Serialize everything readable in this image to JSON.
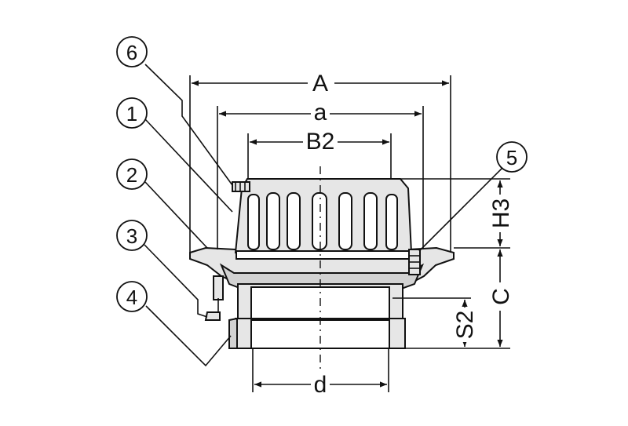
{
  "dimensions": {
    "A": "A",
    "a": "a",
    "B2": "B2",
    "H3": "H3",
    "C": "C",
    "S2": "S2",
    "d": "d"
  },
  "callouts": [
    "6",
    "1",
    "2",
    "3",
    "4",
    "5"
  ]
}
